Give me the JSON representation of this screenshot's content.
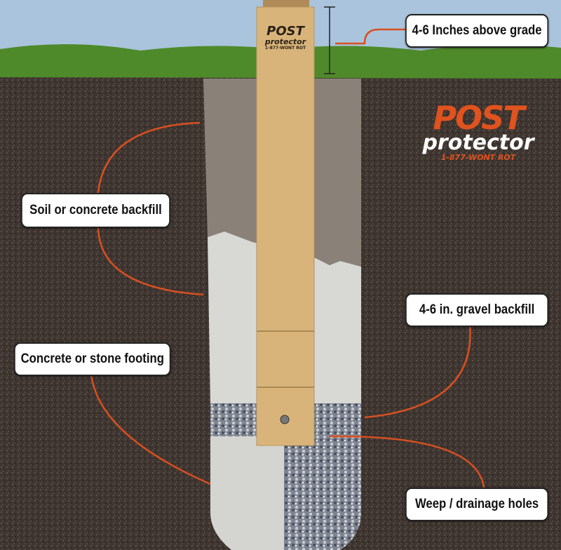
{
  "labels": {
    "above_grade": "4-6 Inches above grade",
    "backfill": "Soil or concrete backfill",
    "gravel": "4-6 in. gravel backfill",
    "footing": "Concrete or stone footing",
    "weep": "Weep / drainage holes"
  },
  "logo": {
    "line1": "POST",
    "line2": "protector",
    "line3": "1-877-WONT ROT"
  },
  "post_label": {
    "line1": "POST",
    "line2": "protector",
    "line3": "1-877-WONT ROT"
  },
  "colors": {
    "arrow": "#d9501f",
    "soil": "#3e3530",
    "sleeve": "#d9b47a",
    "concrete": "#d8d8d4",
    "grass": "#4f8a2a",
    "sky": "#a9c4dc"
  }
}
